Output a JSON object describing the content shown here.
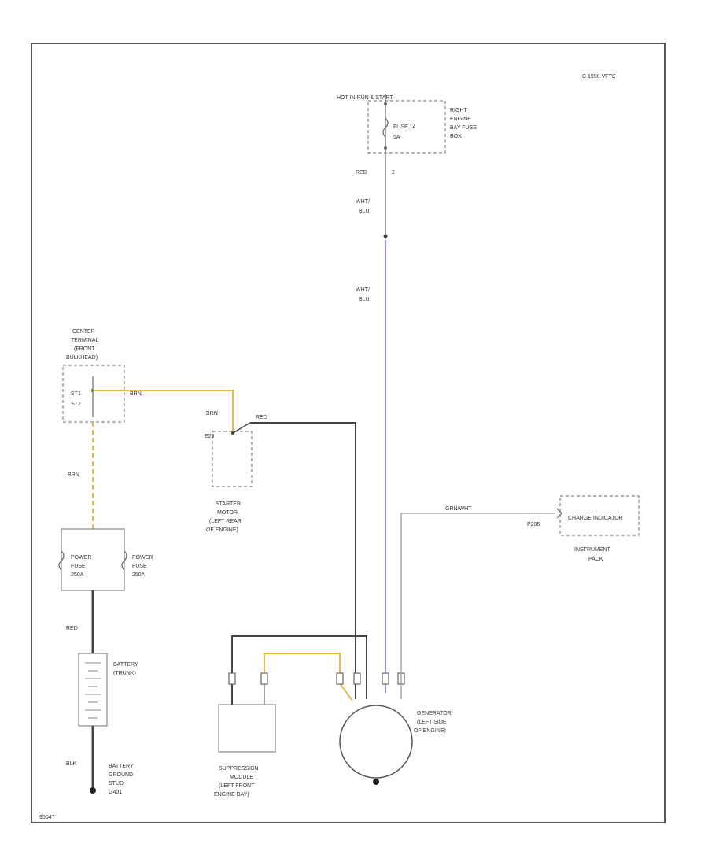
{
  "colors": {
    "frame": "#555555",
    "wire_brn": "#e6b84a",
    "wire_blu": "#9090ee",
    "wire_dark": "#444444",
    "wire_gray": "#aaaaaa",
    "component": "#888888"
  },
  "copyright": "C 1998 VFTC",
  "code": "95047",
  "labels": {
    "hot_start": "HOT IN RUN & START",
    "fuse_box": [
      "RIGHT",
      "ENGINE",
      "BAY FUSE",
      "BOX"
    ],
    "fuse_inner": [
      "FUSE 14",
      "5A"
    ],
    "wire_red": "RED",
    "term_2": "2",
    "wht_blu_1": [
      "WHT/",
      "BLU"
    ],
    "wht_blu_2": [
      "WHT/",
      "BLU"
    ],
    "center_term": [
      "CENTER",
      "TERMINAL",
      "(FRONT",
      "BULKHEAD)"
    ],
    "center_inner": [
      "ST1",
      "ST2"
    ],
    "wire_brn_1": "BRN",
    "wire_brn_2": "BRN",
    "wire_brn_3": "BRN",
    "wire_red_2": "RED",
    "starter_term": "E25",
    "starter": [
      "STARTER",
      "MOTOR",
      "(LEFT REAR",
      "OF ENGINE)"
    ],
    "power_fuse_l": [
      "POWER",
      "FUSE",
      "250A"
    ],
    "power_fuse_r": [
      "POWER",
      "FUSE",
      "250A"
    ],
    "wire_red_3": "RED",
    "battery": [
      "BATTERY",
      "(TRUNK)"
    ],
    "wire_blk": "BLK",
    "ground": [
      "BATTERY",
      "GROUND",
      "STUD",
      "G401"
    ],
    "suppression": [
      "SUPPRESSION",
      "MODULE",
      "(LEFT FRONT",
      "ENGINE BAY)"
    ],
    "generator": [
      "GENERATOR",
      "(LEFT SIDE",
      "OF ENGINE)"
    ],
    "wire_grn_wht": "GRN/WHT",
    "pin_p205": "P205",
    "charge": "CHARGE INDICATOR",
    "instrument": [
      "INSTRUMENT",
      "PACK"
    ]
  }
}
